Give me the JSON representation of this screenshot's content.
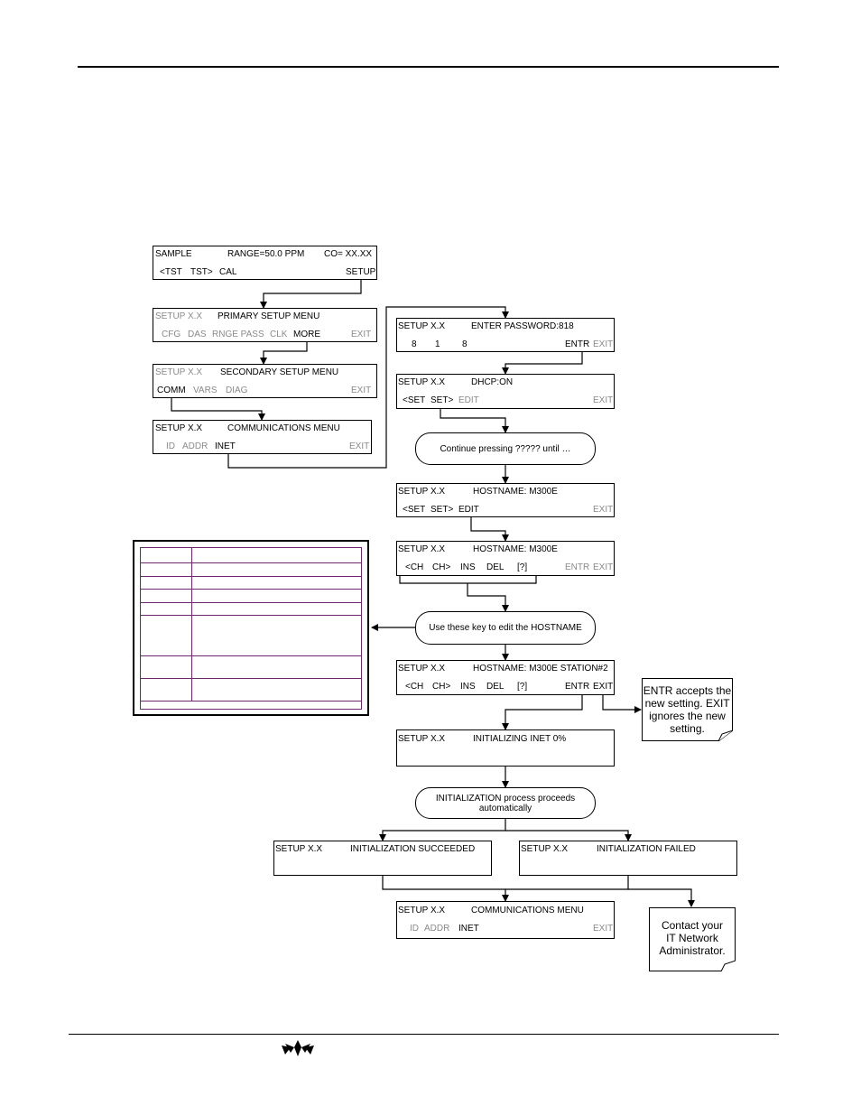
{
  "screens": {
    "sample": {
      "l1": [
        "SAMPLE",
        "RANGE=50.0 PPM",
        "CO= XX.XX"
      ],
      "l2": [
        "<TST",
        "TST>",
        "CAL",
        "SETUP"
      ]
    },
    "primary": {
      "l1": [
        "SETUP X.X",
        "PRIMARY SETUP MENU"
      ],
      "l2": [
        "CFG",
        "DAS",
        "RNGE PASS",
        "CLK",
        "MORE",
        "EXIT"
      ]
    },
    "secondary": {
      "l1": [
        "SETUP X.X",
        "SECONDARY SETUP MENU"
      ],
      "l2": [
        "COMM",
        "VARS",
        "DIAG",
        "EXIT"
      ]
    },
    "comm1": {
      "l1": [
        "SETUP X.X",
        "COMMUNICATIONS MENU"
      ],
      "l2": [
        "ID",
        "ADDR",
        "INET",
        "EXIT"
      ]
    },
    "password": {
      "l1": [
        "SETUP X.X",
        "ENTER PASSWORD:818"
      ],
      "l2": [
        "8",
        "1",
        "8",
        "ENTR",
        "EXIT"
      ]
    },
    "dhcp": {
      "l1": [
        "SETUP X.X",
        "DHCP:ON"
      ],
      "l2": [
        "<SET",
        "SET>",
        "EDIT",
        "EXIT"
      ]
    },
    "host1": {
      "l1": [
        "SETUP X.X",
        "HOSTNAME: M300E"
      ],
      "l2": [
        "<SET",
        "SET>",
        "EDIT",
        "EXIT"
      ]
    },
    "host2": {
      "l1": [
        "SETUP X.X",
        "HOSTNAME: M300E"
      ],
      "l2": [
        "<CH",
        "CH>",
        "INS",
        "DEL",
        "[?]",
        "ENTR",
        "EXIT"
      ]
    },
    "host3": {
      "l1": [
        "SETUP X.X",
        "HOSTNAME: M300E STATION#2"
      ],
      "l2": [
        "<CH",
        "CH>",
        "INS",
        "DEL",
        "[?]",
        "ENTR",
        "EXIT"
      ]
    },
    "init": {
      "l1": [
        "SETUP X.X",
        "INITIALIZING INET  0%"
      ]
    },
    "success": {
      "l1": [
        "SETUP X.X",
        "INITIALIZATION SUCCEEDED"
      ]
    },
    "failed": {
      "l1": [
        "SETUP X.X",
        "INITIALIZATION FAILED"
      ]
    },
    "comm2": {
      "l1": [
        "SETUP X.X",
        "COMMUNICATIONS MENU"
      ],
      "l2": [
        "ID",
        "ADDR",
        "INET",
        "EXIT"
      ]
    }
  },
  "bubbles": {
    "continue": "Continue pressing ????? until …",
    "edit_keys": "Use these key to edit the HOSTNAME",
    "init_process": "INITIALIZATION process proceeds automatically"
  },
  "notes": {
    "entr_exit": {
      "b1": "ENTR",
      "t1": " accepts the new setting.",
      "b2": "EXIT",
      "t2": " ignores the new setting."
    },
    "contact": "Contact your IT Network Administrator."
  },
  "colors": {
    "line": "#000000",
    "dim_text": "#8a8a8a",
    "table_border": "#6b2a6b"
  },
  "logo_icon": "teledyne-logo-icon"
}
